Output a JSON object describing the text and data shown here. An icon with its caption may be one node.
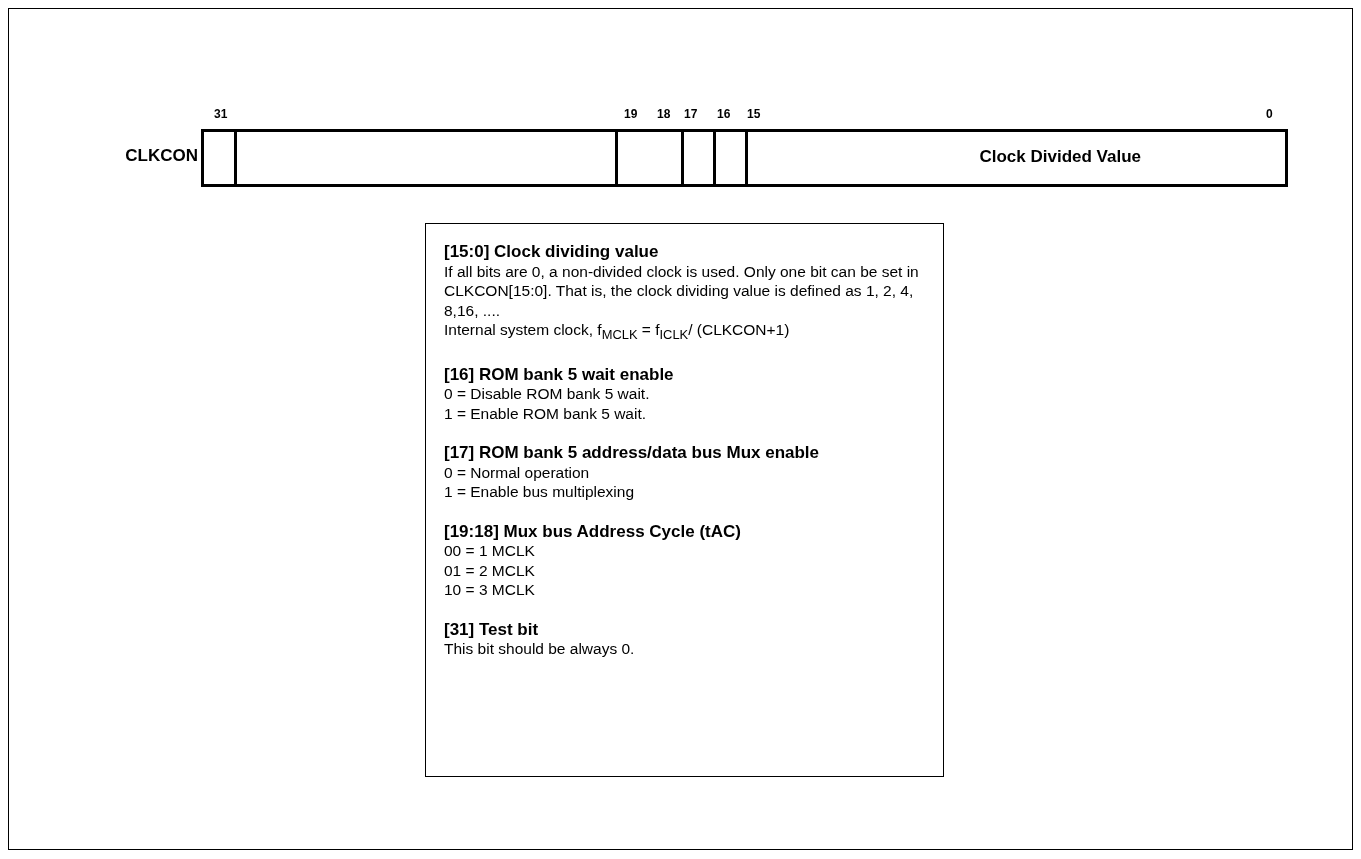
{
  "diagram": {
    "nodes": [
      {
        "text": [
          "CLKCON"
        ]
      },
      {
        "text": [],
        "shape": "box",
        "in": 0
      },
      {
        "text": [],
        "shape": "box",
        "in": 0
      },
      {
        "text": [],
        "shape": "box",
        "in": 0
      },
      {
        "text": [],
        "shape": "box",
        "in": 0
      },
      {
        "text": [],
        "shape": "box",
        "in": 0
      },
      {
        "text": [
          "Clock Divided Value"
        ],
        "in": 0
      },
      {
        "text": [
          "[15:0] Clock dividing value",
          "If all bits are 0, a non-divided clock is used. Only one bit can be set in CLKCON[15:0]. That is, the clock dividing value is defined as 1, 2, 4, 8,16, ....",
          "Internal system clock, f$_{MCLK}$ = f$_{ICLK}$/ (CLKCON+1)",
          "[16] ROM bank 5 wait enable",
          "0 = Disable ROM bank 5 wait.",
          "1 = Enable ROM bank 5 wait.",
          "[17] ROM bank 5 address/data bus Mux enable",
          "0 = Normal operation",
          "1 = Enable bus multiplexing",
          "[19:18] Mux bus Address Cycle (tAC)",
          "00 = 1 MCLK",
          "01 = 2 MCLK",
          "10 = 3 MCLK",
          "[31] Test bit",
          "This bit should be always 0."
        ]
      }
    ],
    "labels": [
      "31",
      "19",
      "18",
      "17",
      "16",
      "15",
      "0"
    ]
  }
}
